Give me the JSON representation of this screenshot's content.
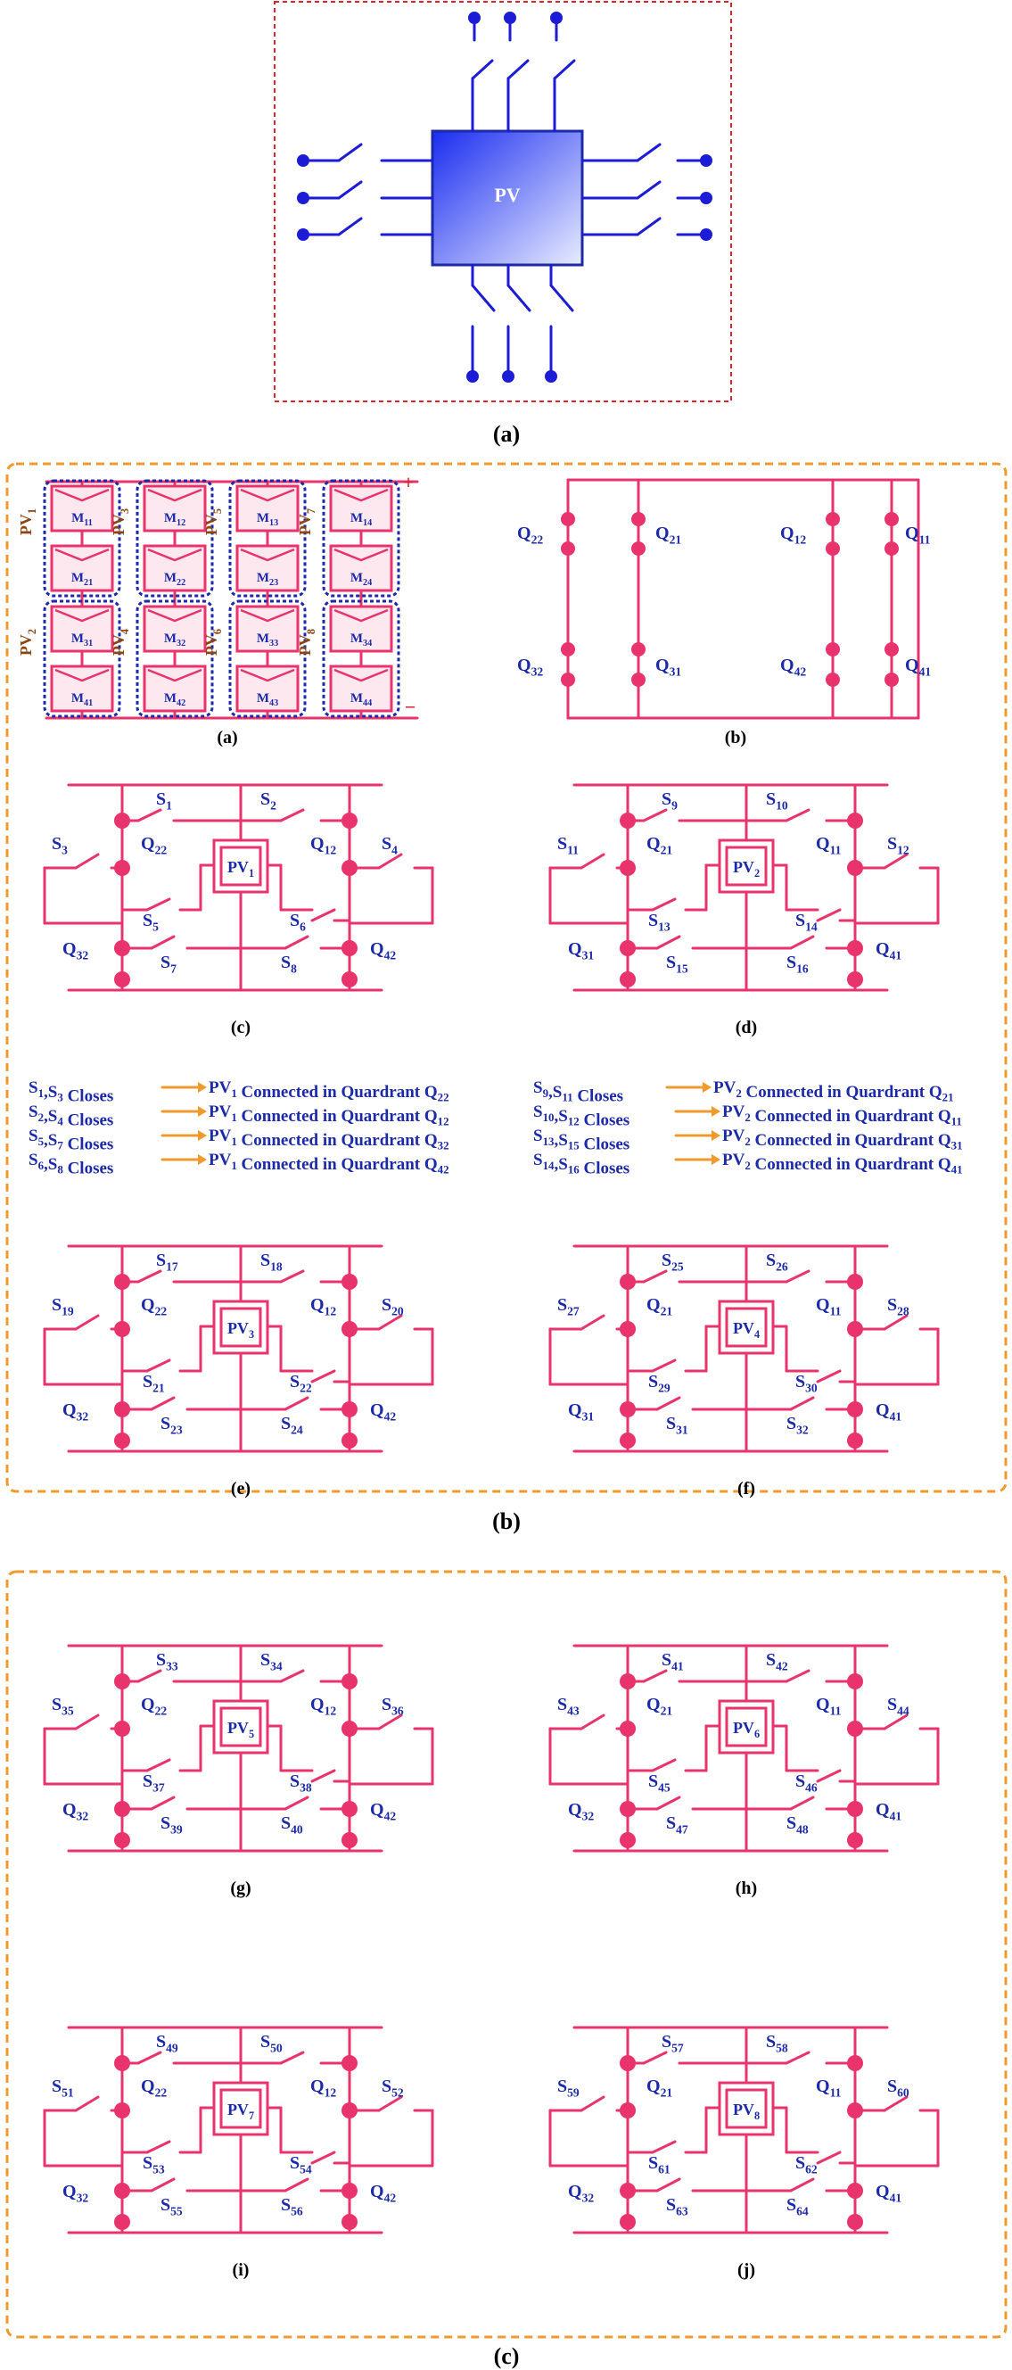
{
  "colors": {
    "pink": "#e8336d",
    "blue": "#1c1cd6",
    "navy": "#1c2aa8",
    "orange": "#ef9a2c",
    "red": "#d9262e",
    "brown": "#8b4513",
    "black": "#000000"
  },
  "top_block": {
    "label": "PV",
    "caption": "(a)"
  },
  "section_b": {
    "caption": "(b)"
  },
  "section_c": {
    "caption": "(c)"
  },
  "array": {
    "caption": "(a)",
    "modules": [
      [
        "M11",
        "M12",
        "M13",
        "M14"
      ],
      [
        "M21",
        "M22",
        "M23",
        "M24"
      ],
      [
        "M31",
        "M32",
        "M33",
        "M34"
      ],
      [
        "M41",
        "M42",
        "M43",
        "M44"
      ]
    ],
    "pv_labels": [
      "PV1",
      "PV3",
      "PV5",
      "PV7",
      "PV2",
      "PV4",
      "PV6",
      "PV8"
    ],
    "plus": "+",
    "minus": "−"
  },
  "quadrants": {
    "caption": "(b)",
    "labels": [
      "Q22",
      "Q32",
      "Q21",
      "Q31",
      "Q12",
      "Q42",
      "Q11",
      "Q41"
    ]
  },
  "circuits": [
    {
      "caption": "(c)",
      "pv": "PV1",
      "switches": [
        "S1",
        "S2",
        "S3",
        "S4",
        "S5",
        "S6",
        "S7",
        "S8"
      ],
      "q": [
        "Q22",
        "Q12",
        "Q32",
        "Q42"
      ]
    },
    {
      "caption": "(d)",
      "pv": "PV2",
      "switches": [
        "S9",
        "S10",
        "S11",
        "S12",
        "S13",
        "S14",
        "S15",
        "S16"
      ],
      "q": [
        "Q21",
        "Q11",
        "Q31",
        "Q41"
      ]
    },
    {
      "caption": "(e)",
      "pv": "PV3",
      "switches": [
        "S17",
        "S18",
        "S19",
        "S20",
        "S21",
        "S22",
        "S23",
        "S24"
      ],
      "q": [
        "Q22",
        "Q12",
        "Q32",
        "Q42"
      ]
    },
    {
      "caption": "(f)",
      "pv": "PV4",
      "switches": [
        "S25",
        "S26",
        "S27",
        "S28",
        "S29",
        "S30",
        "S31",
        "S32"
      ],
      "q": [
        "Q21",
        "Q11",
        "Q31",
        "Q41"
      ]
    },
    {
      "caption": "(g)",
      "pv": "PV5",
      "switches": [
        "S33",
        "S34",
        "S35",
        "S36",
        "S37",
        "S38",
        "S39",
        "S40"
      ],
      "q": [
        "Q22",
        "Q12",
        "Q32",
        "Q42"
      ]
    },
    {
      "caption": "(h)",
      "pv": "PV6",
      "switches": [
        "S41",
        "S42",
        "S43",
        "S44",
        "S45",
        "S46",
        "S47",
        "S48"
      ],
      "q": [
        "Q21",
        "Q11",
        "Q32",
        "Q41"
      ]
    },
    {
      "caption": "(i)",
      "pv": "PV7",
      "switches": [
        "S49",
        "S50",
        "S51",
        "S52",
        "S53",
        "S54",
        "S55",
        "S56"
      ],
      "q": [
        "Q22",
        "Q12",
        "Q32",
        "Q42"
      ]
    },
    {
      "caption": "(j)",
      "pv": "PV8",
      "switches": [
        "S57",
        "S58",
        "S59",
        "S60",
        "S61",
        "S62",
        "S63",
        "S64"
      ],
      "q": [
        "Q21",
        "Q11",
        "Q32",
        "Q41"
      ]
    }
  ],
  "legend": {
    "left": [
      {
        "switches": "S1,S3 Closes",
        "text": "PV1 Connected in Quardrant Q22"
      },
      {
        "switches": "S2,S4 Closes",
        "text": "PV1 Connected in Quardrant Q12"
      },
      {
        "switches": "S5,S7 Closes",
        "text": "PV1 Connected in Quardrant Q32"
      },
      {
        "switches": "S6,S8 Closes",
        "text": "PV1 Connected in Quardrant Q42"
      }
    ],
    "right": [
      {
        "switches": "S9,S11 Closes",
        "text": "PV2 Connected in Quardrant Q21"
      },
      {
        "switches": "S10,S12 Closes",
        "text": "PV2 Connected in Quardrant Q11"
      },
      {
        "switches": "S13,S15 Closes",
        "text": "PV2 Connected in Quardrant Q31"
      },
      {
        "switches": "S14,S16 Closes",
        "text": "PV2 Connected in Quardrant Q41"
      }
    ]
  }
}
